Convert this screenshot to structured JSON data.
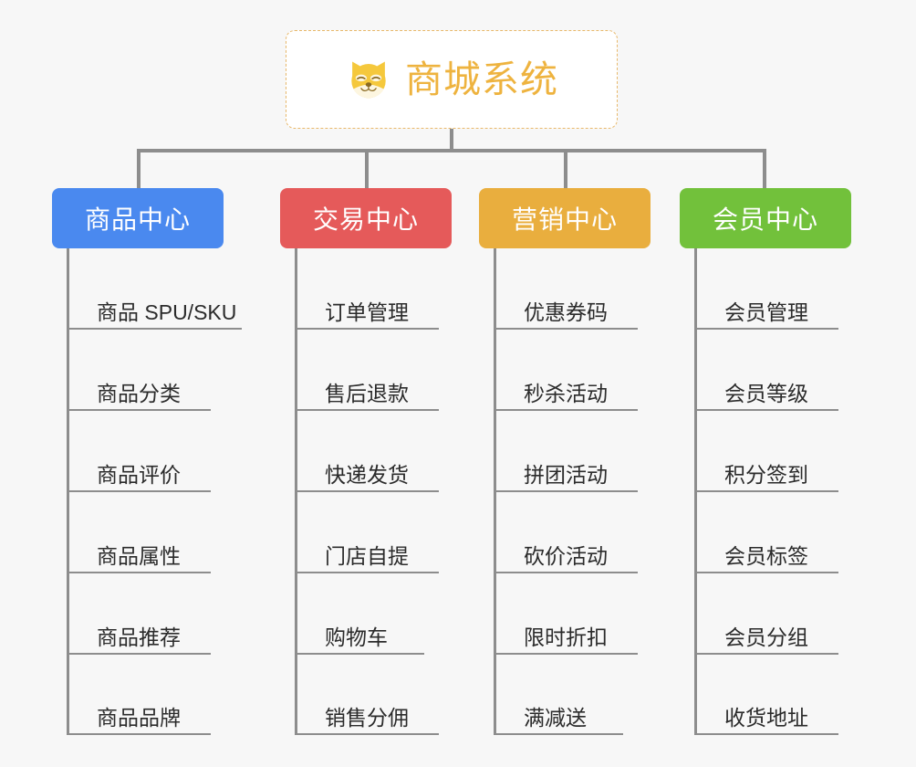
{
  "root": {
    "title": "商城系统",
    "icon": "shiba-dog-icon",
    "border_color": "#e8b86a",
    "text_color": "#eeb33f",
    "background": "#ffffff"
  },
  "canvas": {
    "background": "#f7f7f7",
    "connector_color": "#8d8d8d"
  },
  "categories": [
    {
      "label": "商品中心",
      "color": "#4a89ef",
      "items": [
        {
          "label": "商品 SPU/SKU",
          "width": "wide"
        },
        {
          "label": "商品分类",
          "width": "mid"
        },
        {
          "label": "商品评价",
          "width": "mid"
        },
        {
          "label": "商品属性",
          "width": "mid"
        },
        {
          "label": "商品推荐",
          "width": "mid"
        },
        {
          "label": "商品品牌",
          "width": "mid"
        }
      ]
    },
    {
      "label": "交易中心",
      "color": "#e55a5a",
      "items": [
        {
          "label": "订单管理",
          "width": "mid"
        },
        {
          "label": "售后退款",
          "width": "mid"
        },
        {
          "label": "快递发货",
          "width": "mid"
        },
        {
          "label": "门店自提",
          "width": "mid"
        },
        {
          "label": "购物车",
          "width": "short"
        },
        {
          "label": "销售分佣",
          "width": "mid"
        }
      ]
    },
    {
      "label": "营销中心",
      "color": "#e9ae3e",
      "items": [
        {
          "label": "优惠券码",
          "width": "mid"
        },
        {
          "label": "秒杀活动",
          "width": "mid"
        },
        {
          "label": "拼团活动",
          "width": "mid"
        },
        {
          "label": "砍价活动",
          "width": "mid"
        },
        {
          "label": "限时折扣",
          "width": "mid"
        },
        {
          "label": "满减送",
          "width": "short"
        }
      ]
    },
    {
      "label": "会员中心",
      "color": "#72c13b",
      "items": [
        {
          "label": "会员管理",
          "width": "mid"
        },
        {
          "label": "会员等级",
          "width": "mid"
        },
        {
          "label": "积分签到",
          "width": "mid"
        },
        {
          "label": "会员标签",
          "width": "mid"
        },
        {
          "label": "会员分组",
          "width": "mid"
        },
        {
          "label": "收货地址",
          "width": "mid"
        }
      ]
    }
  ]
}
